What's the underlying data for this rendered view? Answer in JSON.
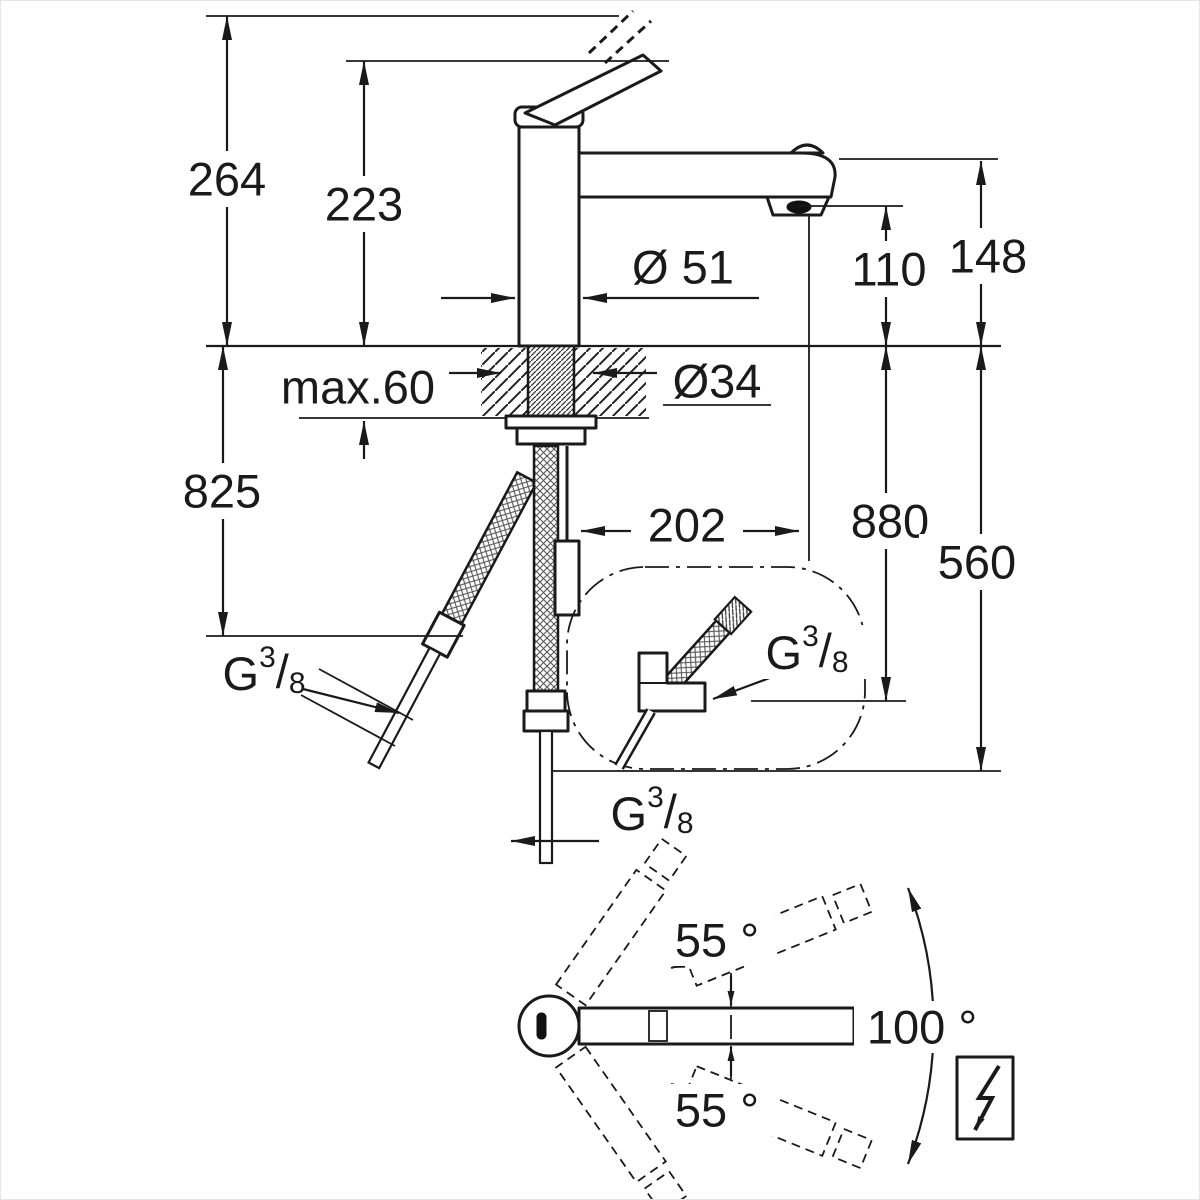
{
  "drawing": {
    "dims": {
      "height_overall": "264",
      "height_body": "223",
      "height_spout_top": "148",
      "height_spout_outlet": "110",
      "dia_body": "Ø 51",
      "dia_hole": "Ø34",
      "max_counter_thickness": "max.60",
      "hose_length_left": "825",
      "spout_reach": "202",
      "hose_length_right": "880",
      "hose_length_spray": "560"
    },
    "thread": {
      "prefix": "G",
      "sup": "3",
      "slash": "/",
      "sub": "8"
    },
    "angles": {
      "swivel_upper": "55 °",
      "swivel_total": "100 °",
      "swivel_lower": "55 °"
    }
  }
}
